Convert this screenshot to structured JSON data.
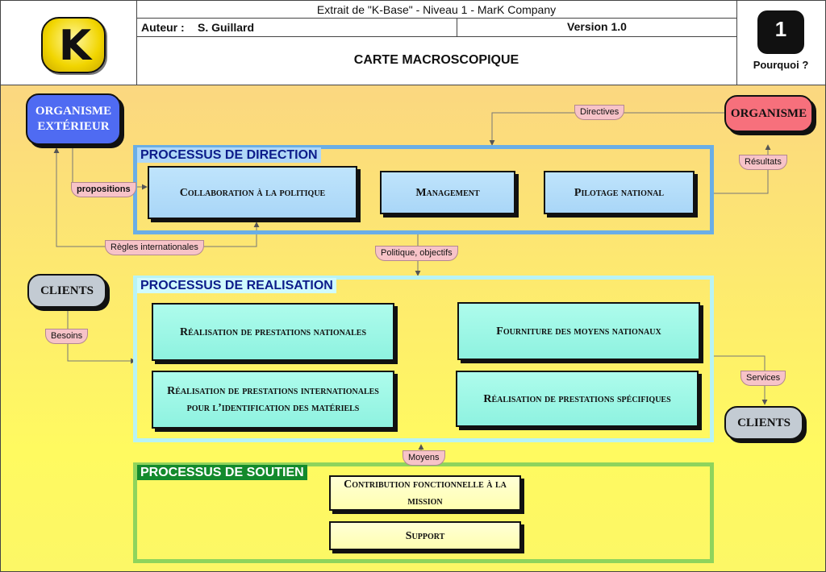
{
  "header": {
    "extract_line": "Extrait de \"K-Base\" - Niveau 1 -  MarK Company",
    "author_label": "Auteur :",
    "author_name": "S. Guillard",
    "version": "Version 1.0",
    "title": "CARTE MACROSCOPIQUE",
    "badge_number": "1",
    "badge_caption": "Pourquoi ?",
    "logo_letter": "K"
  },
  "actors": {
    "org_ext": "ORGANISME EXTÉRIEUR",
    "org": "ORGANISME",
    "clients_left": "CLIENTS",
    "clients_right": "CLIENTS"
  },
  "bands": {
    "direction": "PROCESSUS DE DIRECTION",
    "realisation": "PROCESSUS DE REALISATION",
    "soutien": "PROCESSUS DE SOUTIEN"
  },
  "processes": {
    "direction": [
      "Collaboration à la politique",
      "Management",
      "Pilotage national"
    ],
    "realisation": [
      "Réalisation de prestations nationales",
      "Fourniture des moyens nationaux",
      "Réalisation de prestations internationales pour l’identification des matériels",
      "Réalisation de prestations spécifiques"
    ],
    "soutien": [
      "Contribution fonctionnelle à la mission",
      "Support"
    ]
  },
  "flows": {
    "directives": "Directives",
    "resultats": "Résultats",
    "propositions": "propositions",
    "regles": "Règles internationales",
    "politique": "Politique, objectifs",
    "besoins": "Besoins",
    "services": "Services",
    "moyens": "Moyens"
  },
  "colors": {
    "org_ext": "#4f6bf2",
    "org": "#f7707c",
    "clients": "#c3cbd3",
    "direction_frame": "#6aaee6",
    "realisation_frame": "#b8f3f5",
    "soutien_frame": "#8fd45c",
    "tag_fill": "#f7c3c8"
  }
}
